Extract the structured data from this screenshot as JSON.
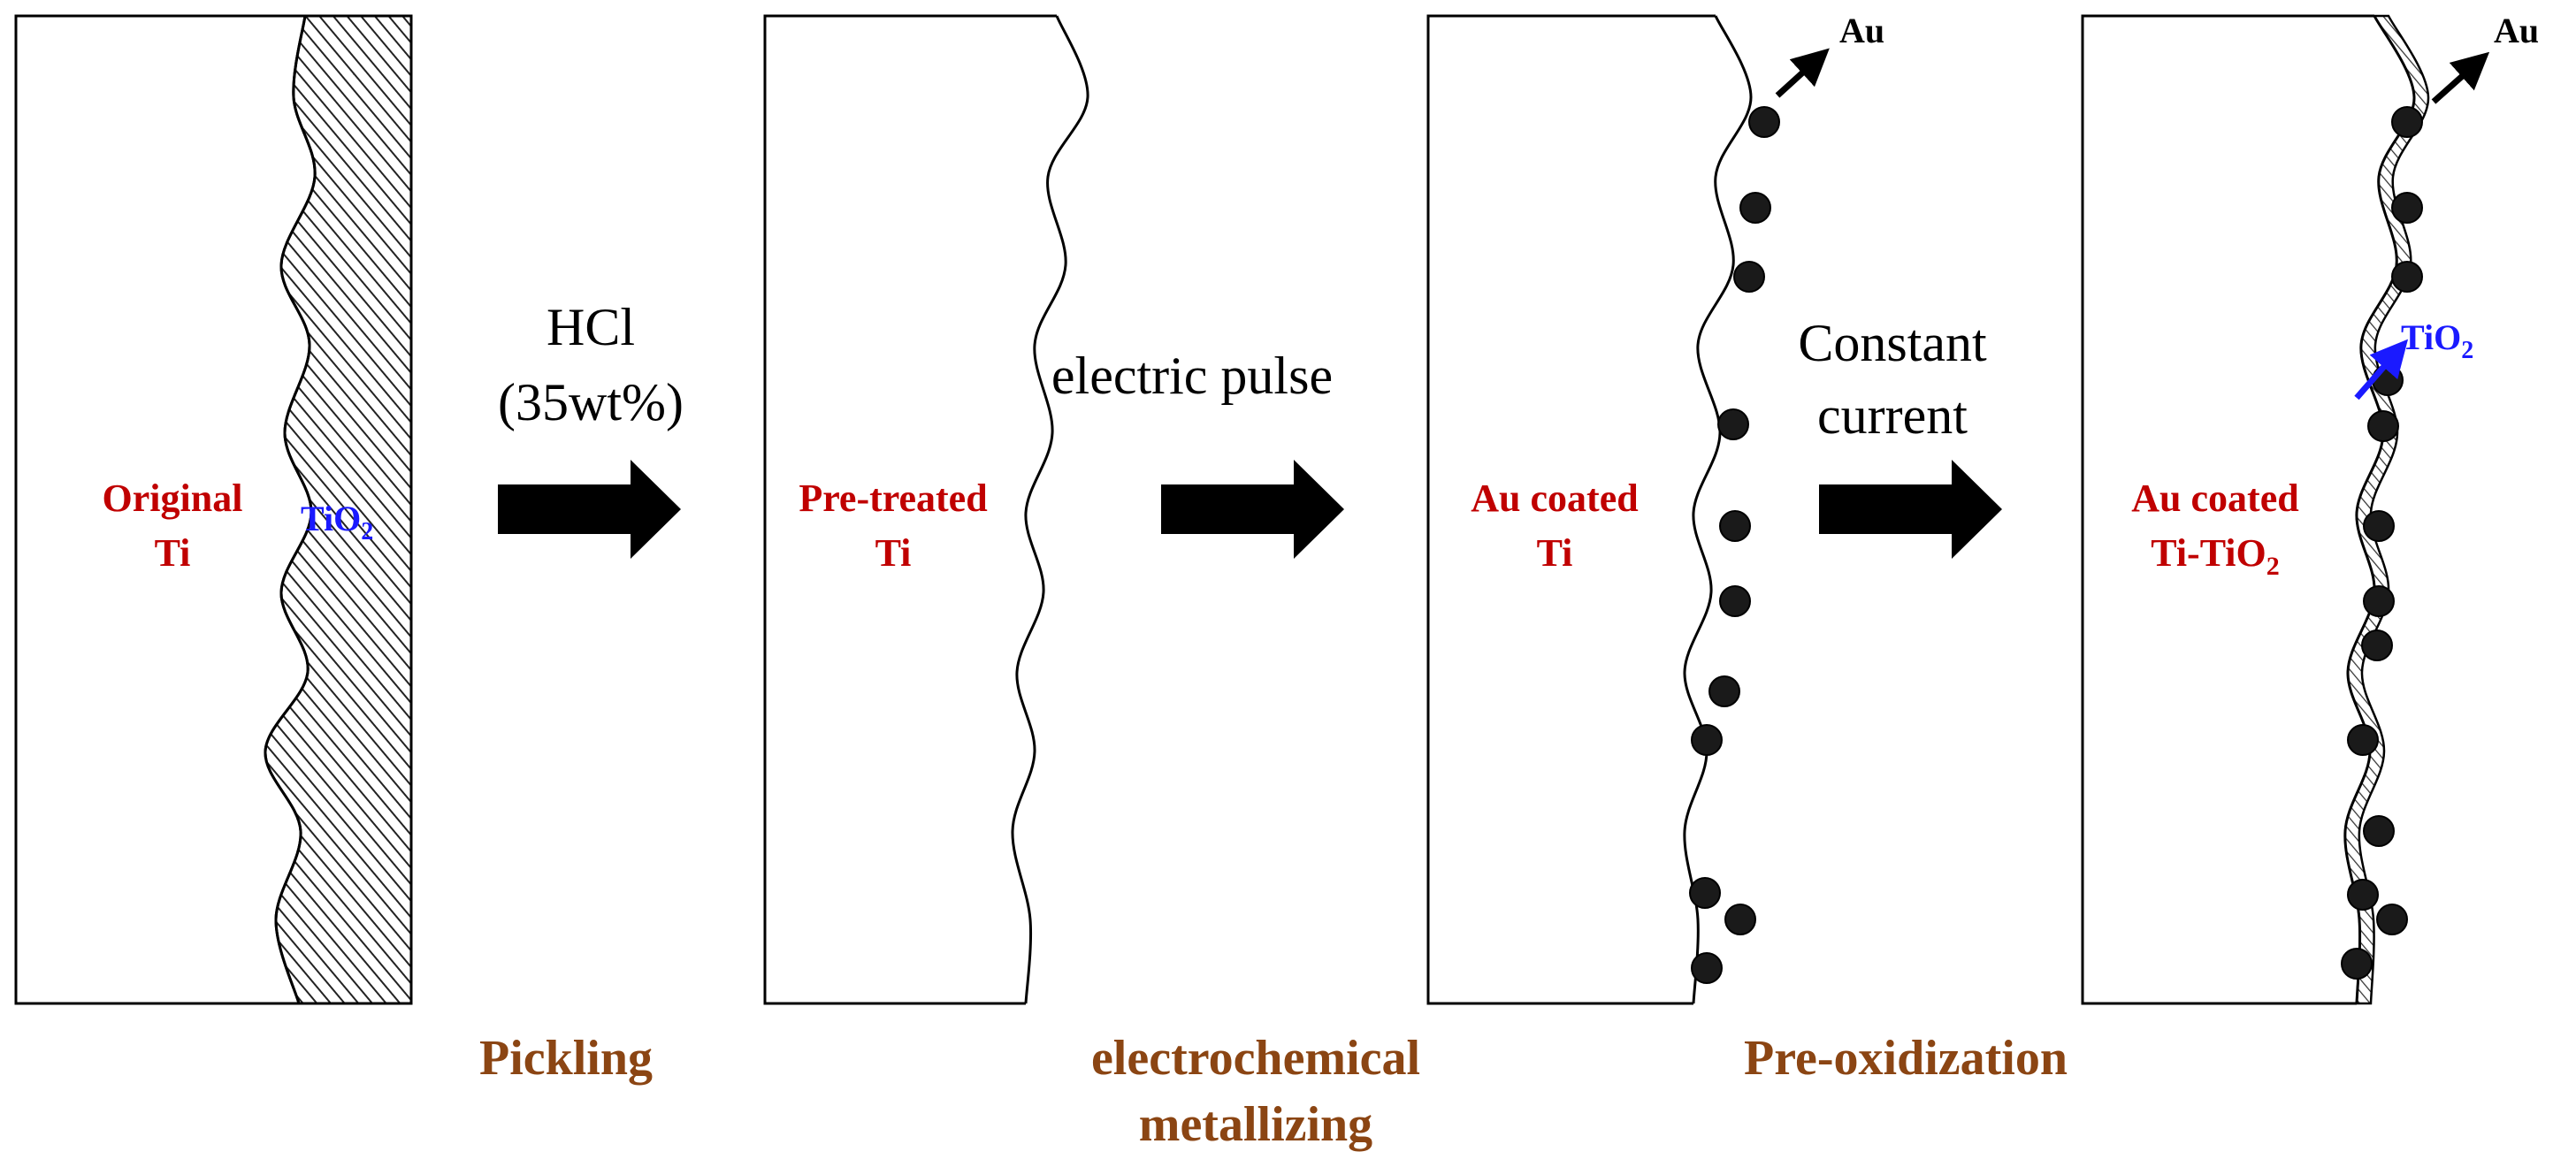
{
  "panels": [
    {
      "label_line1": "Original",
      "label_line2": "Ti",
      "inner_label": "TiO",
      "inner_label_sub": "2"
    },
    {
      "label_line1": "Pre-treated",
      "label_line2": "Ti"
    },
    {
      "label_line1": "Au coated",
      "label_line2": "Ti",
      "particle_label": "Au"
    },
    {
      "label_line1": "Au coated",
      "label_line2": "Ti-TiO",
      "label_line2_sub": "2",
      "particle_label": "Au",
      "layer_label": "TiO",
      "layer_label_sub": "2"
    }
  ],
  "processes": [
    {
      "line1": "HCl",
      "line2": "(35wt%)"
    },
    {
      "line1": "electric pulse"
    },
    {
      "line1": "Constant",
      "line2": "current"
    }
  ],
  "steps": [
    {
      "line1": "Pickling"
    },
    {
      "line1": "electrochemical",
      "line2": "metallizing"
    },
    {
      "line1": "Pre-oxidization"
    }
  ],
  "colors": {
    "sample_label": "#c00000",
    "oxide_label": "#1a1aff",
    "step_label": "#8b4513",
    "arrow": "#000000",
    "particle": "#1a1a1a"
  }
}
